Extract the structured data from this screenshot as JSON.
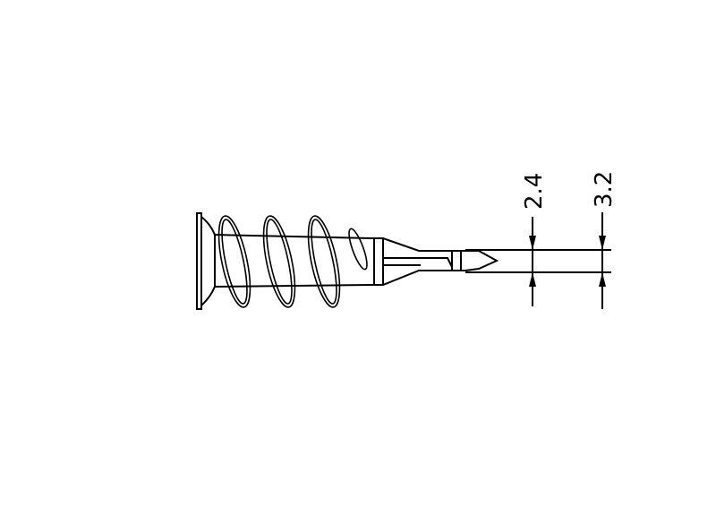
{
  "drawing": {
    "dimensions": [
      {
        "label": "2.4",
        "value": 2.4
      },
      {
        "label": "3.2",
        "value": 3.2
      }
    ],
    "line_color": "#000000",
    "background": "#ffffff"
  }
}
